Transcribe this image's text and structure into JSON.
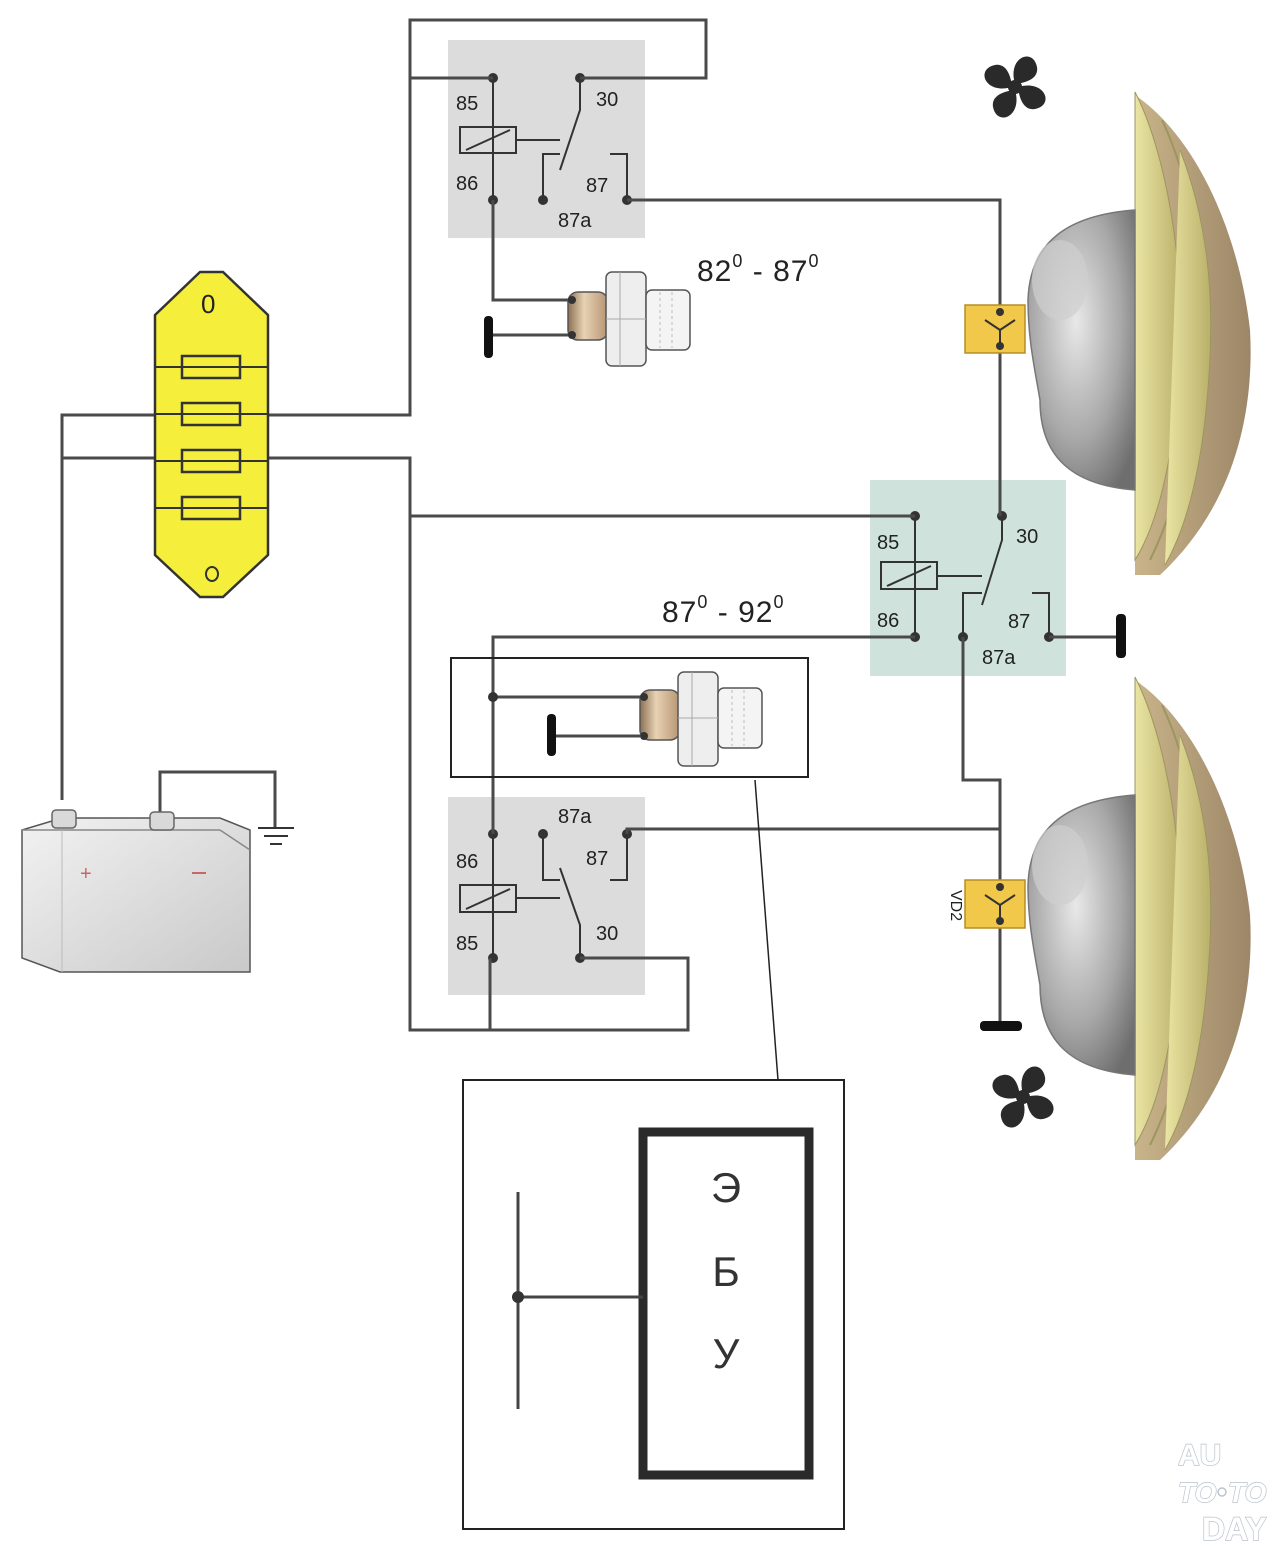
{
  "relays": {
    "top": {
      "pin85": "85",
      "pin86": "86",
      "pin30": "30",
      "pin87": "87",
      "pin87a": "87a"
    },
    "middle": {
      "pin85": "85",
      "pin86": "86",
      "pin30": "30",
      "pin87": "87",
      "pin87a": "87a"
    },
    "bottom": {
      "pin85": "85",
      "pin86": "86",
      "pin30": "30",
      "pin87": "87",
      "pin87a": "87a"
    }
  },
  "sensors": {
    "first": {
      "temp_from": "82",
      "temp_to": "87",
      "degree": "0",
      "dash": " - "
    },
    "second": {
      "temp_from": "87",
      "temp_to": "92",
      "degree": "0",
      "dash": " - "
    }
  },
  "diode_label": "VD2",
  "ecu": {
    "letters": [
      "Э",
      "Б",
      "У"
    ]
  },
  "watermark": {
    "line1": "AU",
    "line2a": "TO",
    "line2b": "TO",
    "line3": "DAY"
  },
  "colors": {
    "fuse_block": "#f5ef3c",
    "relay_bg": "#dcdcdc",
    "relay_mid_bg": "#cfe3dc",
    "diode": "#f2c84b",
    "fan_blade": "#d6cf8a",
    "motor": "#a9a9a9"
  }
}
